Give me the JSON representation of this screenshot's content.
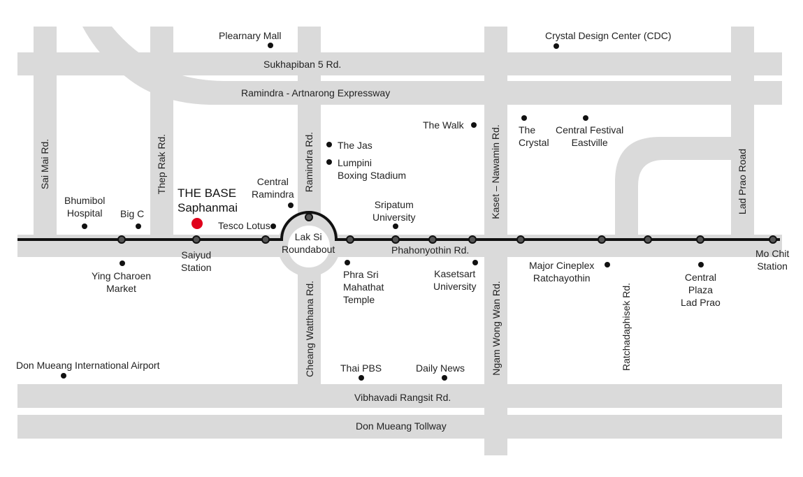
{
  "colors": {
    "road": "#dadada",
    "rail": "#111111",
    "highlight": "#e0001b",
    "text": "#222222"
  },
  "roads": {
    "sukhapiban": "Sukhapiban 5 Rd.",
    "expressway": "Ramindra - Artnarong Expressway",
    "phahonyothin": "Phahonyothin Rd.",
    "vibhavadi": "Vibhavadi Rangsit Rd.",
    "tollway": "Don Mueang Tollway",
    "sai_mai": "Sai Mai Rd.",
    "thep_rak": "Thep Rak Rd.",
    "ramindra": "Ramindra Rd.",
    "cheang_watthana": "Cheang Watthana Rd.",
    "kaset_nawamin": "Kaset – Nawamin Rd.",
    "ngam_wong_wan": "Ngam Wong Wan Rd.",
    "ratchadaphisek": "Ratchadaphisek Rd.",
    "lad_prao": "Lad Prao Road"
  },
  "places": {
    "the_base": "THE BASE\nSaphanmai",
    "pleanary": "Plearnary Mall",
    "cdc": "Crystal Design Center (CDC)",
    "the_walk": "The Walk",
    "the_crystal": "The\nCrystal",
    "central_festival": "Central Festival\nEastville",
    "the_jas": "The Jas",
    "lumpini": "Lumpini\nBoxing Stadium",
    "central_ramindra": "Central\nRamindra",
    "bhumibol": "Bhumibol\nHospital",
    "big_c": "Big C",
    "tesco": "Tesco Lotus",
    "sripatum": "Sripatum\nUniversity",
    "lak_si": "Lak Si\nRoundabout",
    "saiyud": "Saiyud\nStation",
    "ying_charoen": "Ying Charoen\nMarket",
    "phra_sri": "Phra Sri\nMahathat\nTemple",
    "kasetsart": "Kasetsart\nUniversity",
    "major": "Major Cineplex\nRatchayothin",
    "central_plaza": "Central\nPlaza\nLad Prao",
    "mo_chit": "Mo Chit\nStation",
    "don_mueang": "Don Mueang International Airport",
    "thai_pbs": "Thai PBS",
    "daily_news": "Daily News"
  }
}
